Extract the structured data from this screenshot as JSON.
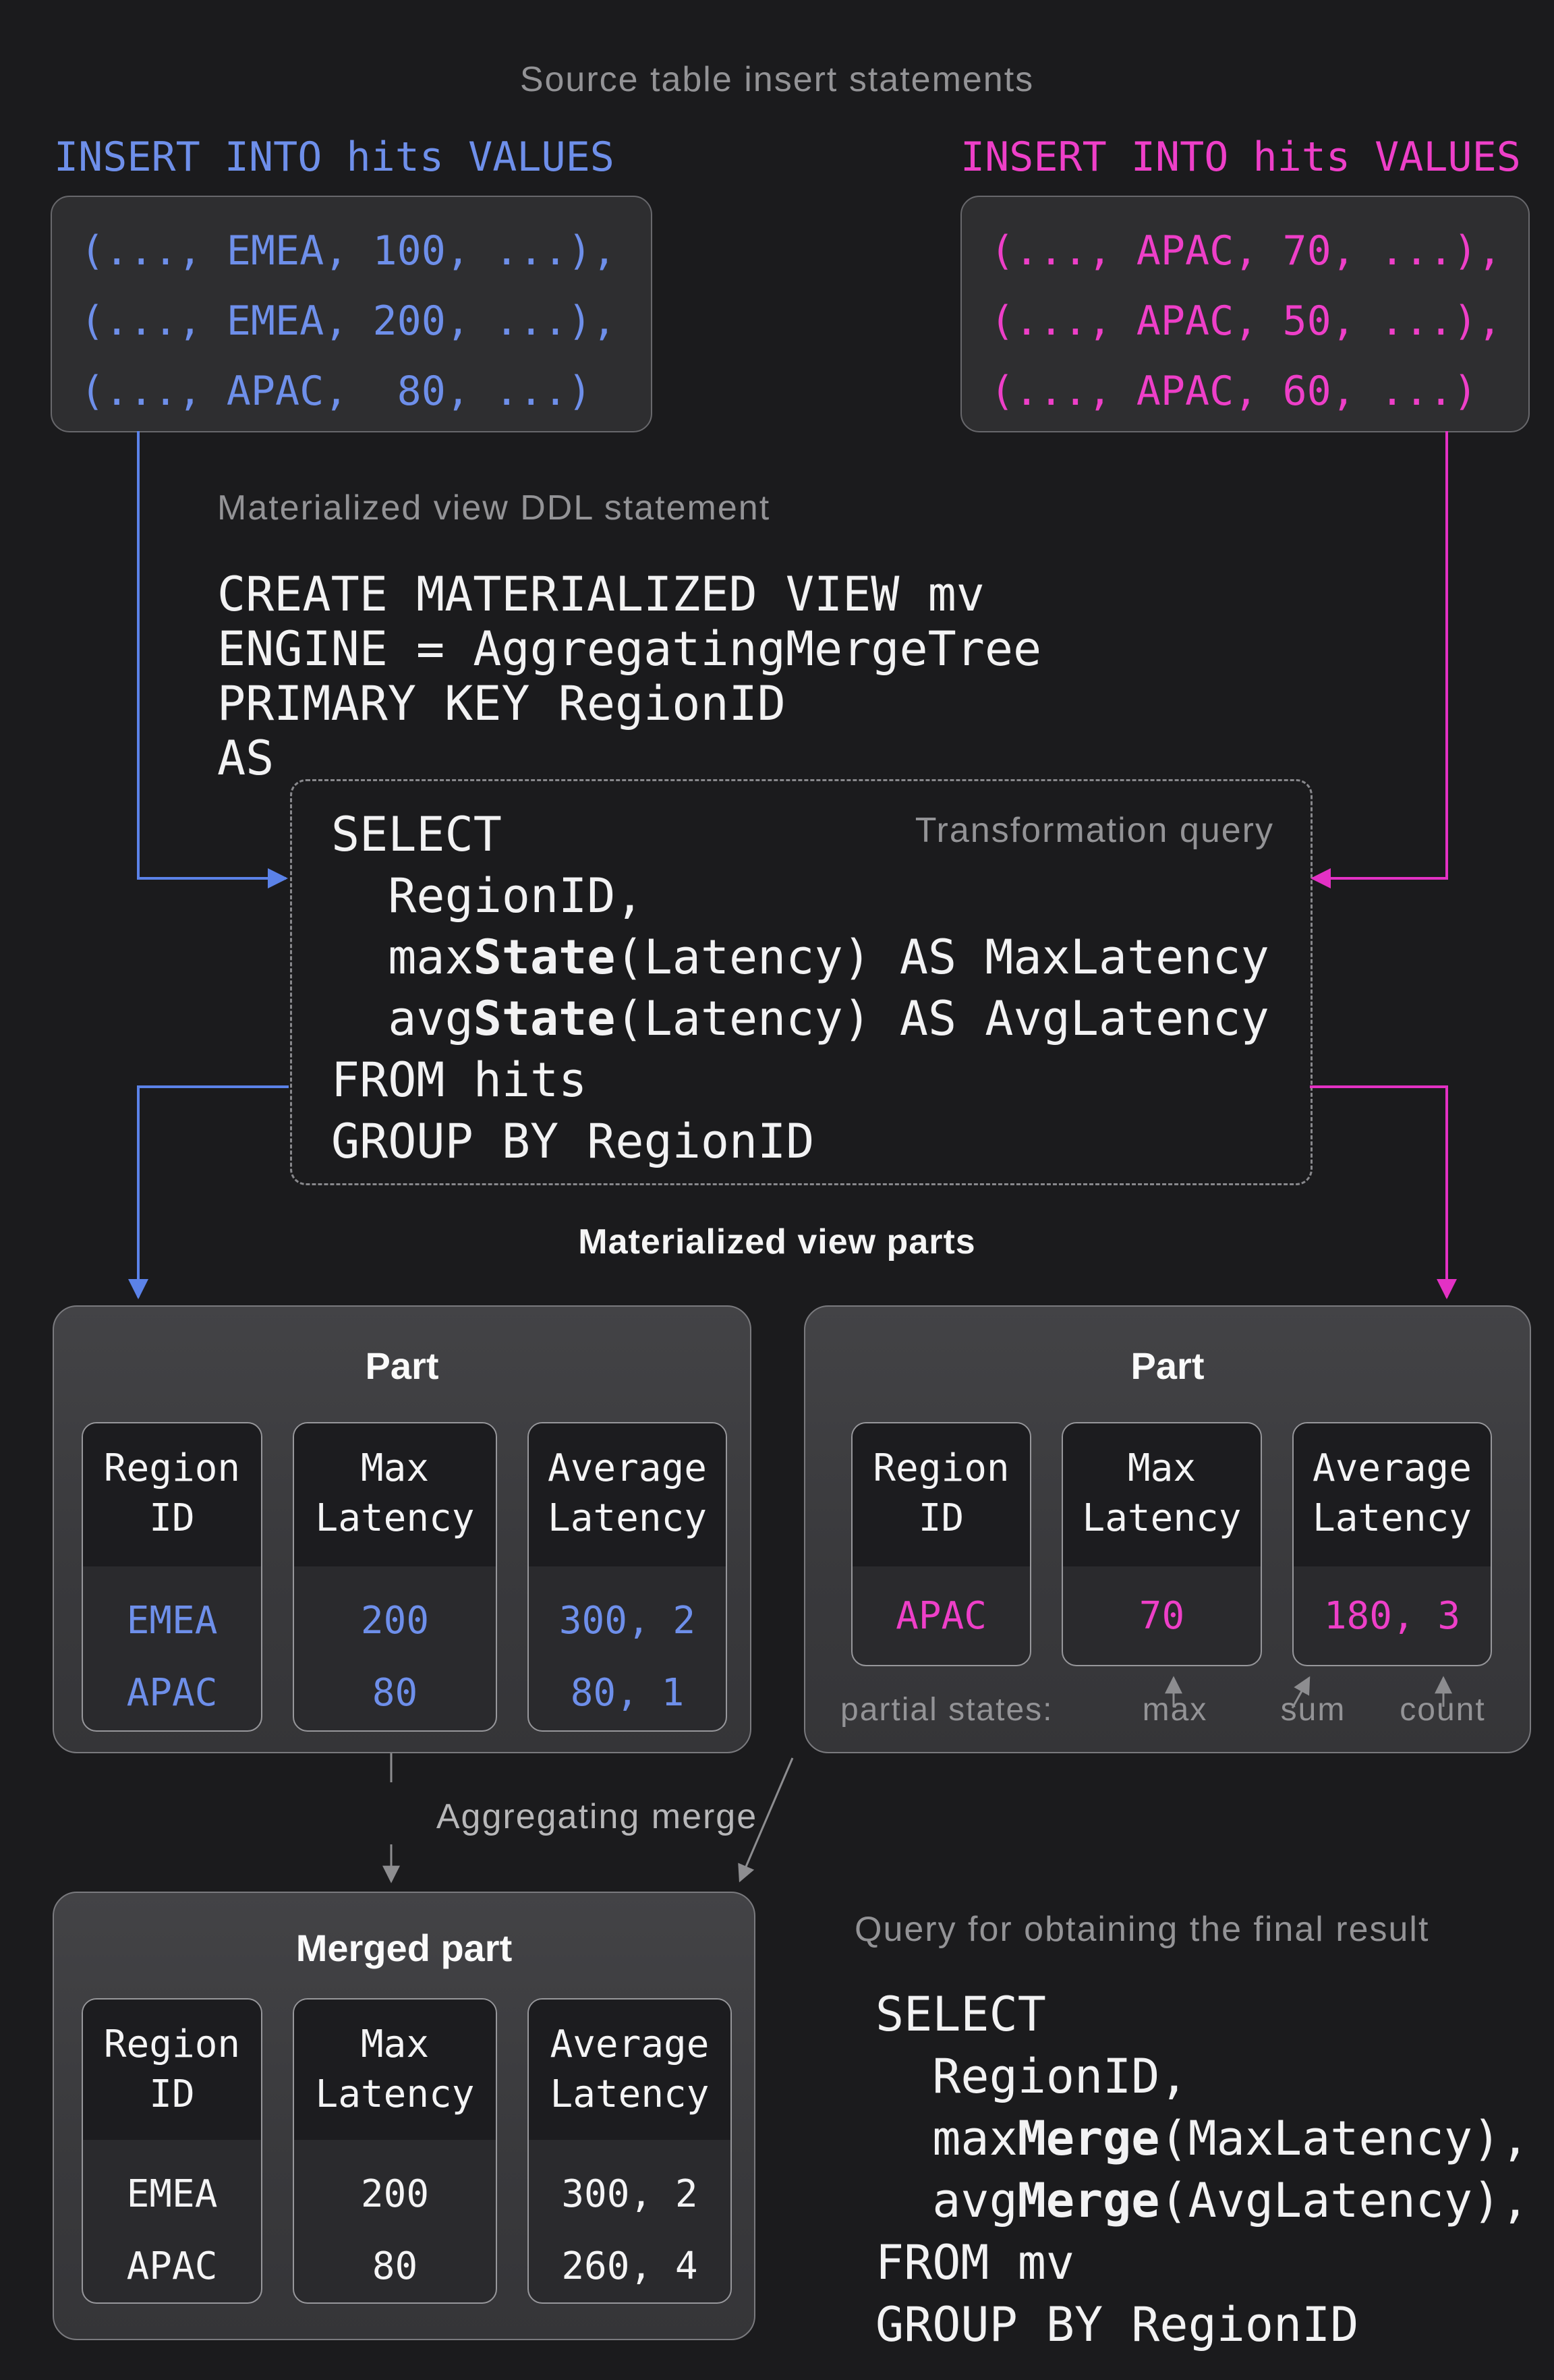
{
  "colors": {
    "blue_text": "#6e8fea",
    "pink_text": "#ee3fc8",
    "blue_line": "#5b82e8",
    "pink_line": "#e331c4",
    "gray_line": "#8d8d90",
    "gray_text": "#939396",
    "gray_soft": "#b7b7b9",
    "panel_bg": "#2e2e30",
    "panel_border": "#68686c",
    "bigbox_border": "#7a7a7e",
    "card_border": "#97979b",
    "card_head": "#1c1c1f",
    "card_body": "#2a2a2d",
    "page_bg": "#1b1b1d"
  },
  "header": {
    "title": "Source table insert statements"
  },
  "inserts": {
    "left": {
      "label": "INSERT INTO hits VALUES",
      "lines": [
        "(..., EMEA, 100, ...),",
        "(..., EMEA, 200, ...),",
        "(..., APAC,  80, ...)"
      ]
    },
    "right": {
      "label": "INSERT INTO hits VALUES",
      "lines": [
        "(..., APAC, 70, ...),",
        "(..., APAC, 50, ...),",
        "(..., APAC, 60, ...)"
      ]
    }
  },
  "ddl": {
    "label": "Materialized view DDL statement",
    "lines": [
      "CREATE MATERIALIZED VIEW mv",
      "ENGINE = AggregatingMergeTree",
      "PRIMARY KEY RegionID",
      "AS"
    ]
  },
  "transform": {
    "label": "Transformation query",
    "lines": [
      [
        {
          "t": "SELECT"
        }
      ],
      [
        {
          "t": "  RegionID,"
        }
      ],
      [
        {
          "t": "  max"
        },
        {
          "t": "State",
          "b": 1
        },
        {
          "t": "(Latency) AS MaxLatency"
        }
      ],
      [
        {
          "t": "  avg"
        },
        {
          "t": "State",
          "b": 1
        },
        {
          "t": "(Latency) AS AvgLatency"
        }
      ],
      [
        {
          "t": "FROM hits"
        }
      ],
      [
        {
          "t": "GROUP BY RegionID"
        }
      ]
    ]
  },
  "parts_section": {
    "heading": "Materialized view parts"
  },
  "part_left": {
    "title": "Part",
    "value_color": "blue",
    "columns": [
      {
        "header": [
          "Region",
          "ID"
        ],
        "values": [
          "EMEA",
          "APAC"
        ]
      },
      {
        "header": [
          "Max",
          "Latency"
        ],
        "values": [
          "200",
          "80"
        ]
      },
      {
        "header": [
          "Average",
          "Latency"
        ],
        "values": [
          "300, 2",
          "80, 1"
        ]
      }
    ]
  },
  "part_right": {
    "title": "Part",
    "value_color": "pink",
    "columns": [
      {
        "header": [
          "Region",
          "ID"
        ],
        "values": [
          "APAC"
        ]
      },
      {
        "header": [
          "Max",
          "Latency"
        ],
        "values": [
          "70"
        ]
      },
      {
        "header": [
          "Average",
          "Latency"
        ],
        "values": [
          "180, 3"
        ]
      }
    ],
    "partial": {
      "label": "partial states:",
      "max": "max",
      "sum": "sum",
      "count": "count"
    }
  },
  "merge": {
    "label": "Aggregating merge"
  },
  "merged_part": {
    "title": "Merged part",
    "value_color": "white",
    "columns": [
      {
        "header": [
          "Region",
          "ID"
        ],
        "values": [
          "EMEA",
          "APAC"
        ]
      },
      {
        "header": [
          "Max",
          "Latency"
        ],
        "values": [
          "200",
          "80"
        ]
      },
      {
        "header": [
          "Average",
          "Latency"
        ],
        "values": [
          "300, 2",
          "260, 4"
        ]
      }
    ]
  },
  "final_query": {
    "label": "Query for obtaining the final result",
    "lines": [
      [
        {
          "t": "SELECT"
        }
      ],
      [
        {
          "t": "  RegionID,"
        }
      ],
      [
        {
          "t": "  max"
        },
        {
          "t": "Merge",
          "b": 1
        },
        {
          "t": "(MaxLatency),"
        }
      ],
      [
        {
          "t": "  avg"
        },
        {
          "t": "Merge",
          "b": 1
        },
        {
          "t": "(AvgLatency),"
        }
      ],
      [
        {
          "t": "FROM mv"
        }
      ],
      [
        {
          "t": "GROUP BY RegionID"
        }
      ]
    ]
  }
}
